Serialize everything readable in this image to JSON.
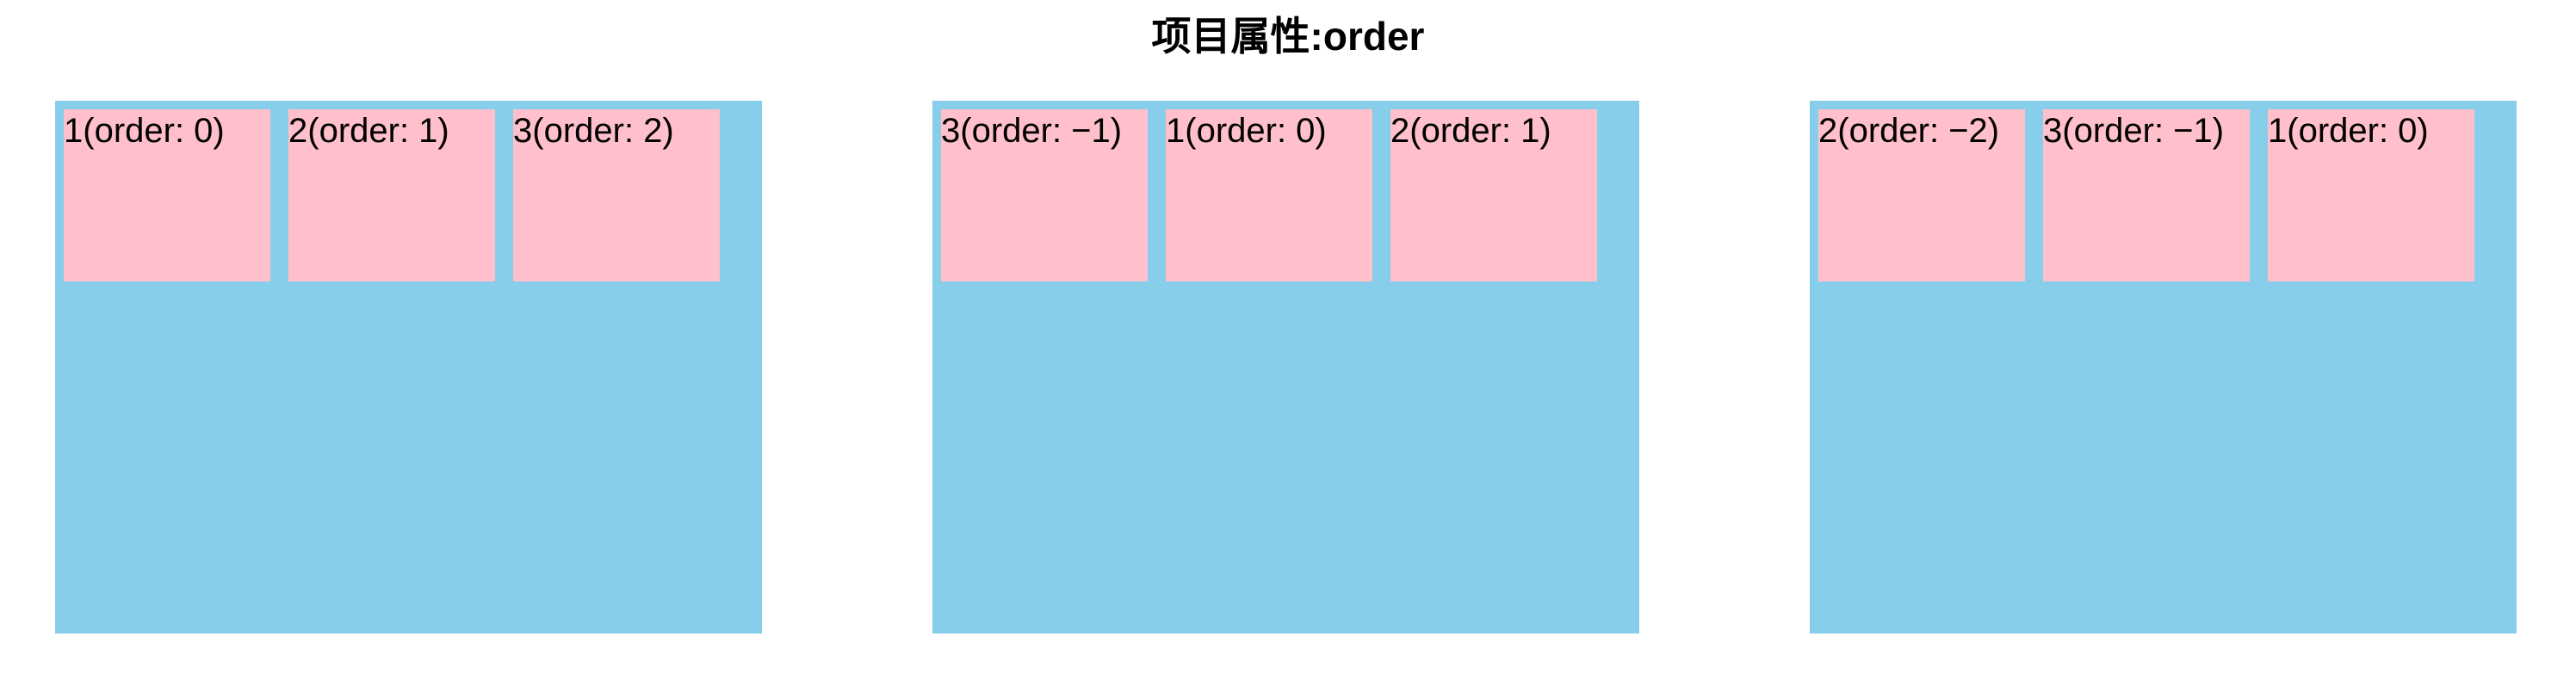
{
  "page": {
    "title": "项目属性:order"
  },
  "colors": {
    "container_bg": "#87ceeb",
    "item_bg": "#ffc0cb",
    "text": "#000000"
  },
  "containers": [
    {
      "items": [
        {
          "label": "1(order: 0)"
        },
        {
          "label": "2(order: 1)"
        },
        {
          "label": "3(order: 2)"
        }
      ]
    },
    {
      "items": [
        {
          "label": "3(order: −1)"
        },
        {
          "label": "1(order: 0)"
        },
        {
          "label": "2(order: 1)"
        }
      ]
    },
    {
      "items": [
        {
          "label": "2(order: −2)"
        },
        {
          "label": "3(order: −1)"
        },
        {
          "label": "1(order: 0)"
        }
      ]
    }
  ]
}
